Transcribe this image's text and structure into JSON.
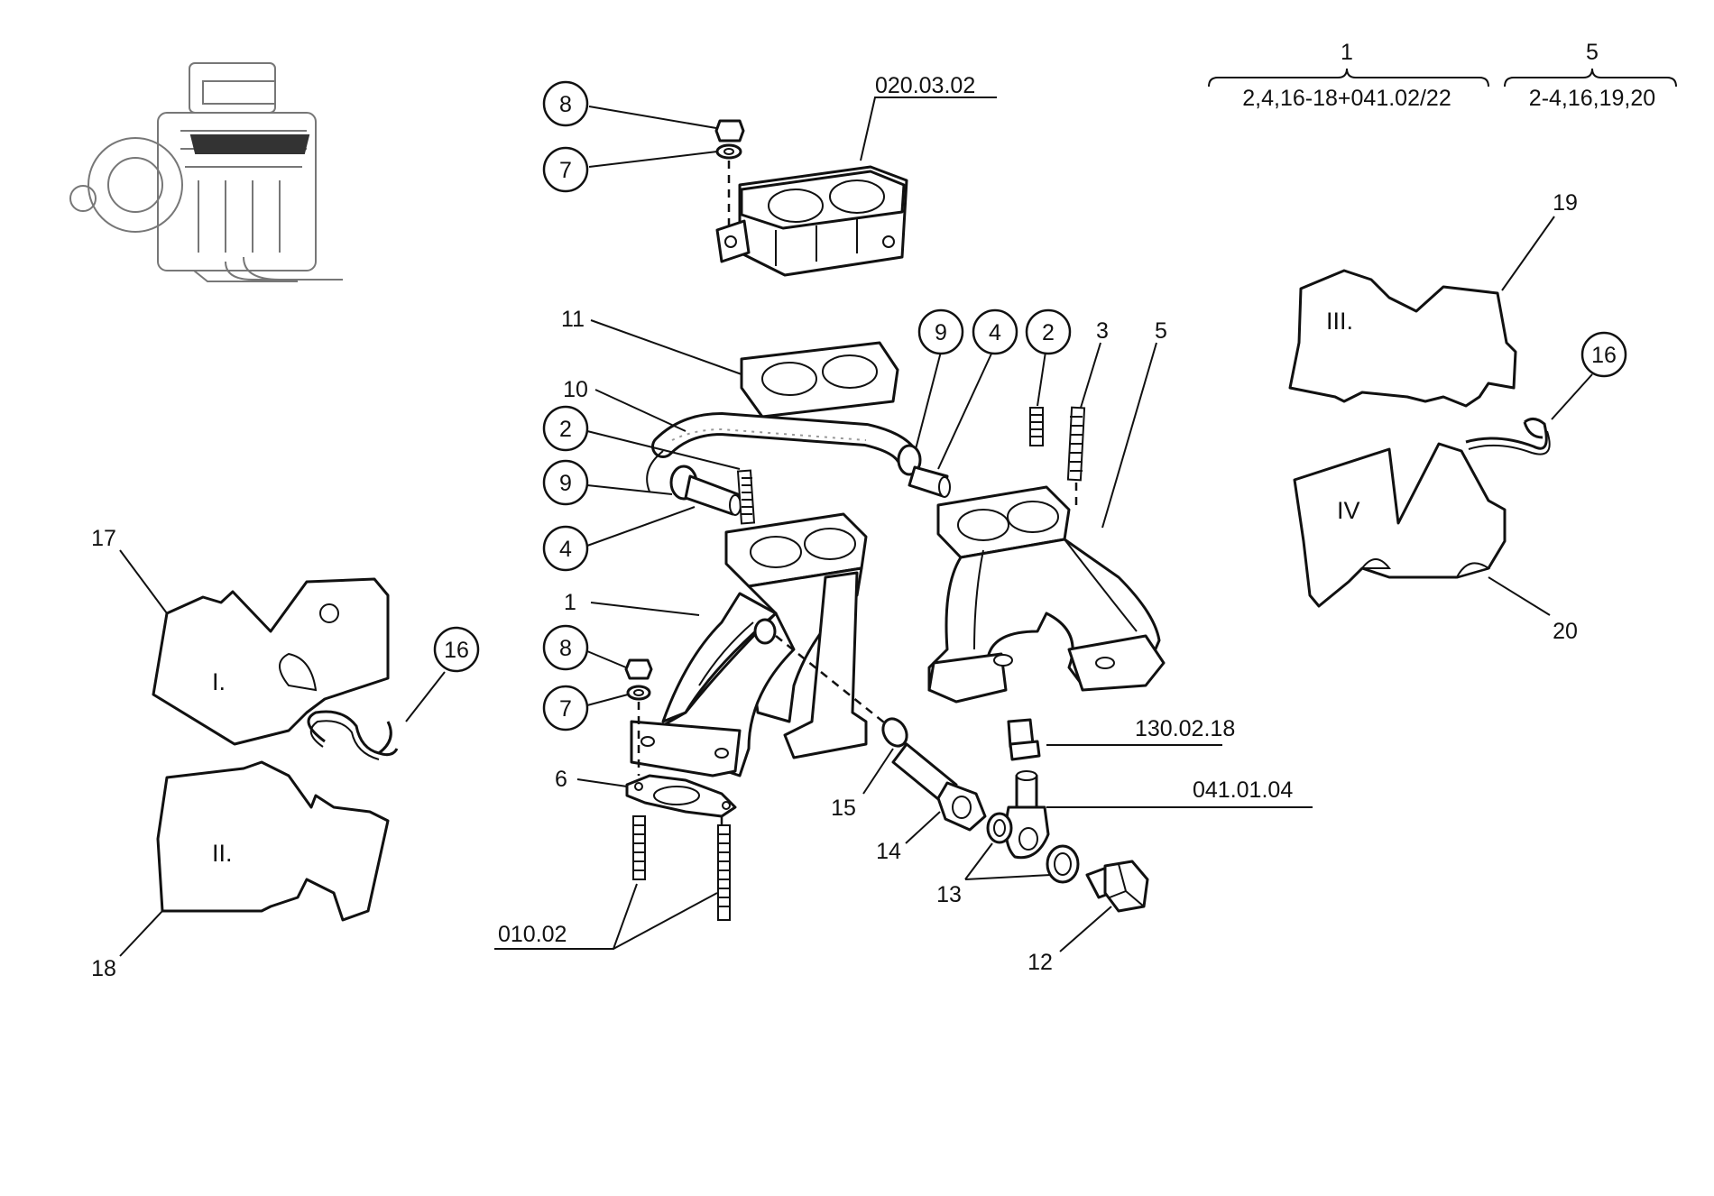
{
  "groups": [
    {
      "id": "1",
      "contents": "2,4,16-18+041.02/22"
    },
    {
      "id": "5",
      "contents": "2-4,16,19,20"
    }
  ],
  "references": {
    "carburettor": "020.03.02",
    "pipe": "130.02.18",
    "banjo": "041.01.04",
    "studs": "010.02"
  },
  "callouts": {
    "c8_top": "8",
    "c7_top": "7",
    "c11": "11",
    "c10": "10",
    "c2_left": "2",
    "c9_left": "9",
    "c4_left": "4",
    "c9_mid": "9",
    "c4_mid": "4",
    "c2_mid": "2",
    "c3": "3",
    "c5": "5",
    "c1": "1",
    "c8_low": "8",
    "c7_low": "7",
    "c6": "6",
    "c15": "15",
    "c14": "14",
    "c13": "13",
    "c12": "12",
    "c17": "17",
    "c18": "18",
    "c16_left": "16",
    "c19": "19",
    "c20": "20",
    "c16_right": "16"
  },
  "plates": {
    "p1": "I.",
    "p2": "II.",
    "p3": "III.",
    "p4": "IV"
  }
}
